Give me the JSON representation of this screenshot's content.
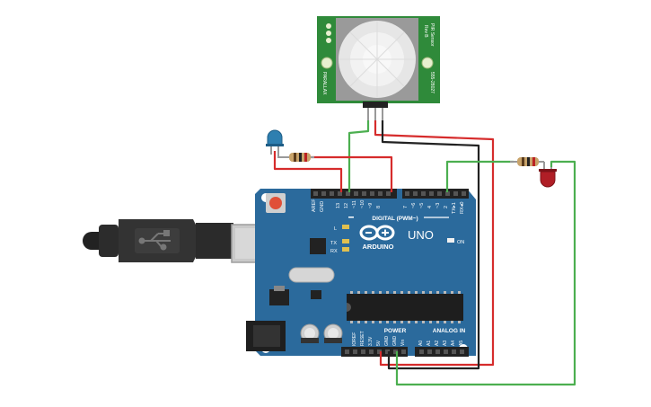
{
  "pir_sensor": {
    "model": "PIR Sensor",
    "rev": "Rev B",
    "part_number": "555-28027",
    "brand": "PARALLAX"
  },
  "arduino": {
    "logo_text": "ARDUINO",
    "model_text": "UNO",
    "digital_header": "DIGITAL (PWM~)",
    "power_label": "POWER",
    "analog_label": "ANALOG IN",
    "on_label": "ON",
    "l_label": "L",
    "tx_label": "TX",
    "rx_label": "RX",
    "aref": "AREF",
    "gnd": "GND",
    "digital_pins": [
      "13",
      "12",
      "~11",
      "~10",
      "~9",
      "8",
      "7",
      "~6",
      "~5",
      "4",
      "~3",
      "2",
      "TX▸1",
      "RX◂0"
    ],
    "power_pins": [
      "IOREF",
      "RESET",
      "3.3V",
      "5V",
      "GND",
      "GND",
      "Vin"
    ],
    "analog_pins": [
      "A0",
      "A1",
      "A2",
      "A3",
      "A4",
      "A5"
    ]
  },
  "colors": {
    "board": "#2b6a9c",
    "board_dark": "#1f5583",
    "pir_pcb": "#2f8a3a",
    "wire_red": "#d62c2c",
    "wire_black": "#222222",
    "wire_green": "#4caf50",
    "led_blue": "#2e7fb0",
    "led_red": "#b01e26",
    "usb": "#2f2f2f"
  }
}
